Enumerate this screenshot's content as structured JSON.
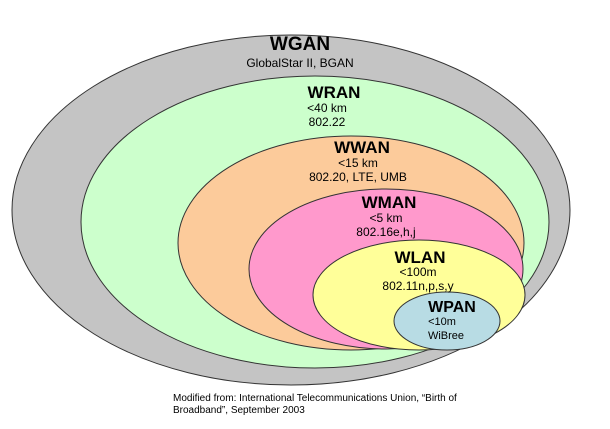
{
  "rings": [
    {
      "key": "wgan",
      "title": "WGAN",
      "lines": [
        "GlobalStar II, BGAN"
      ],
      "color": "#c4c4c4"
    },
    {
      "key": "wran",
      "title": "WRAN",
      "lines": [
        "<40 km",
        "802.22"
      ],
      "color": "#ccffcc"
    },
    {
      "key": "wwan",
      "title": "WWAN",
      "lines": [
        "<15 km",
        "802.20, LTE, UMB"
      ],
      "color": "#fccb9b"
    },
    {
      "key": "wman",
      "title": "WMAN",
      "lines": [
        "<5 km",
        "802.16e,h,j"
      ],
      "color": "#ff99cc"
    },
    {
      "key": "wlan",
      "title": "WLAN",
      "lines": [
        "<100m",
        "802.11n,p,s,y"
      ],
      "color": "#ffff99"
    },
    {
      "key": "wpan",
      "title": "WPAN",
      "lines": [
        "<10m",
        "WiBree"
      ],
      "color": "#b8dce4"
    }
  ],
  "caption": "Modified from: International Telecommunications Union, “Birth of Broadband”, September 2003"
}
